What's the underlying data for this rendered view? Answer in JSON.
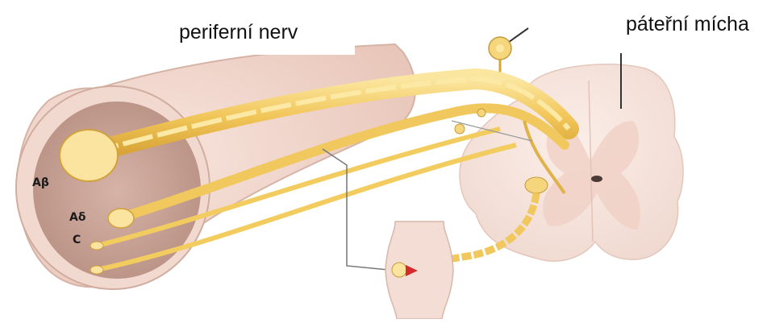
{
  "labels": {
    "peripheral_nerve": "periferní nerv",
    "spinal_cord": "páteřní mícha",
    "fiber_a_beta": "Aβ",
    "fiber_a_delta": "Aδ",
    "fiber_c": "C"
  },
  "colors": {
    "nerve_sheath": "#f1d8cf",
    "nerve_cross_section": "#cba79b",
    "fiber_yellow": "#f3c95a",
    "fiber_light": "#fbe9a3",
    "spinal_cord": "#f6e5de",
    "gray_matter": "#f0d2c8",
    "arrow_red": "#d42a2a"
  }
}
